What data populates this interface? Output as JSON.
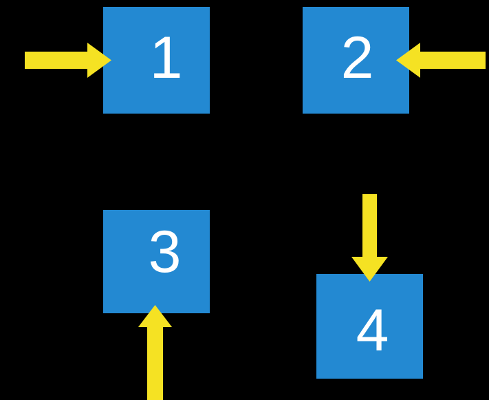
{
  "diagram": {
    "title": "four-node flow diagram",
    "background_color": "#000000",
    "node_color": "#2389d2",
    "arrow_color": "#f5e223",
    "label_color": "#ffffff",
    "nodes": [
      {
        "id": "node-1",
        "label": "1"
      },
      {
        "id": "node-2",
        "label": "2"
      },
      {
        "id": "node-3",
        "label": "3"
      },
      {
        "id": "node-4",
        "label": "4"
      }
    ],
    "arrows": [
      {
        "id": "arrow-into-1",
        "direction": "right",
        "target": "1",
        "color": "#f5e223"
      },
      {
        "id": "arrow-into-2",
        "direction": "left",
        "target": "2",
        "color": "#f5e223"
      },
      {
        "id": "arrow-into-3",
        "direction": "up",
        "target": "3",
        "color": "#f5e223"
      },
      {
        "id": "arrow-into-4",
        "direction": "down",
        "target": "4",
        "color": "#f5e223"
      }
    ]
  }
}
